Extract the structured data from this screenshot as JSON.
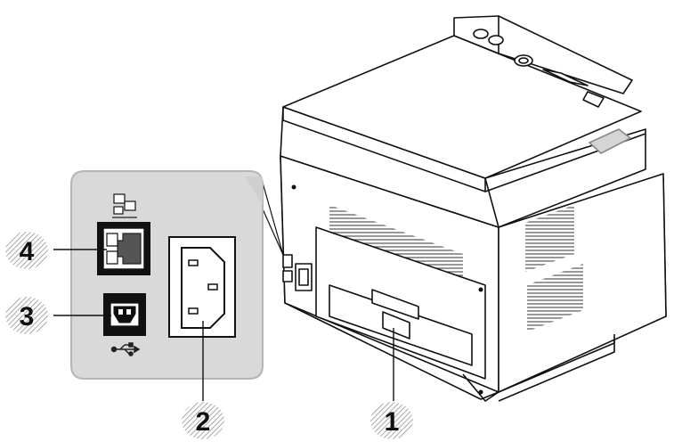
{
  "callouts": [
    {
      "number": "1",
      "target": "rear-cover"
    },
    {
      "number": "2",
      "target": "power-receptacle"
    },
    {
      "number": "3",
      "target": "usb-port"
    },
    {
      "number": "4",
      "target": "network-port"
    }
  ],
  "icons": {
    "network": "network-icon",
    "usb": "usb-icon"
  },
  "colors": {
    "panel_fill": "#d9d9d9",
    "panel_border": "#b5b5b5",
    "line": "#111111",
    "badge_hatch": "#b0b0b0"
  }
}
